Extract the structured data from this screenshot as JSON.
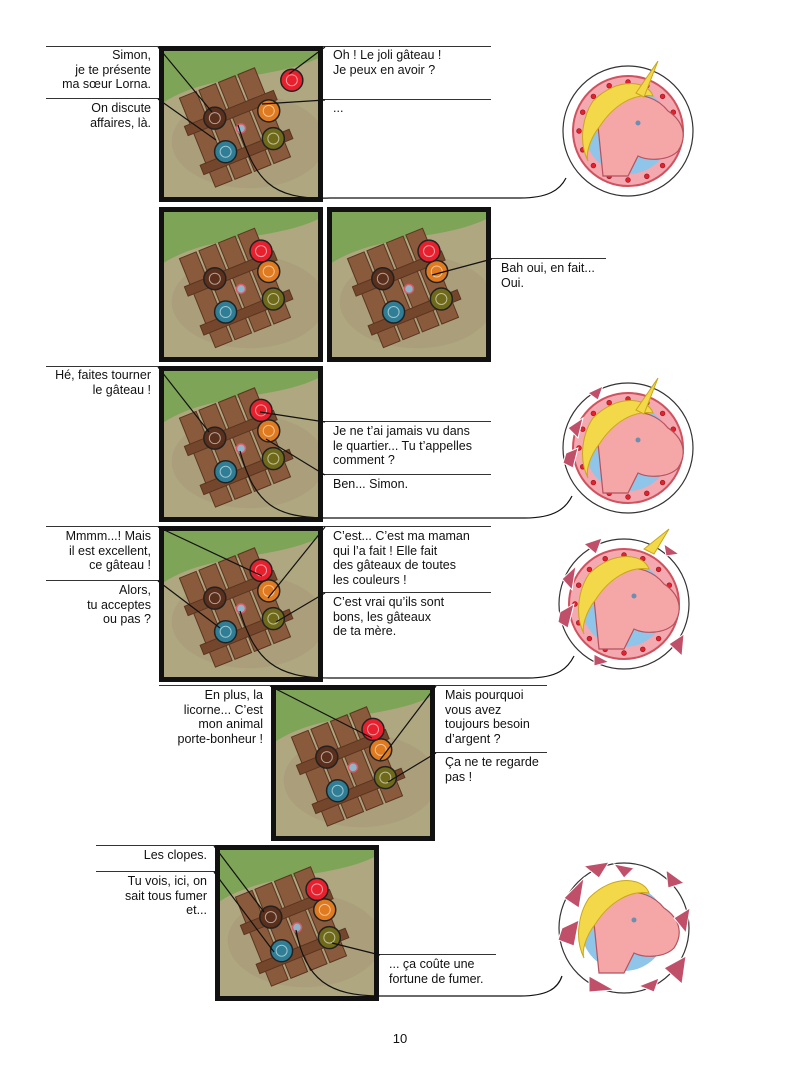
{
  "page": {
    "number": "10"
  },
  "colors": {
    "border": "#111111",
    "grass": "#7ea458",
    "dirt": "#b5a785",
    "wood": "#8a5a3c",
    "token_red": "#e8202e",
    "token_orange": "#e07a1e",
    "token_brown": "#5a2f1c",
    "token_teal": "#2f7e96",
    "token_olive": "#6f6a1a",
    "token_center": "#8fb6c8",
    "unicorn_skin": "#f5a6a6",
    "unicorn_mane": "#f3d84a",
    "portal_sky": "#8ec5e8"
  },
  "rows": [
    {
      "left": [
        "Simon,\nje te présente\nma sœur Lorna.",
        "On discute\naffaires, là."
      ],
      "right": [
        "Oh ! Le joli gâteau !\nJe peux en avoir ?",
        "..."
      ],
      "unicorn": "unicorn-porthole-icon"
    },
    {
      "right": [
        "Bah oui, en fait...\nOui."
      ]
    },
    {
      "left": [
        "Hé, faites tourner\nle gâteau !"
      ],
      "right": [
        "Je ne t’ai jamais vu dans\nle quartier... Tu t’appelles\ncomment ?",
        "Ben... Simon."
      ],
      "unicorn": "unicorn-porthole-cracking-icon"
    },
    {
      "left": [
        "Mmmm...! Mais\nil est excellent,\nce gâteau !",
        "Alors,\ntu acceptes\nou pas ?"
      ],
      "right": [
        "C’est... C’est ma maman\nqui l’a fait ! Elle fait\ndes gâteaux de toutes\nles couleurs !",
        "C’est vrai qu’ils sont\nbons, les gâteaux\nde ta mère."
      ],
      "unicorn": "unicorn-porthole-shattering-icon"
    },
    {
      "left": [
        "En plus, la\nlicorne... C’est\nmon animal\nporte-bonheur !"
      ],
      "right": [
        "Mais pourquoi\nvous avez\ntoujours besoin\nd’argent ?",
        "Ça ne te regarde\npas !"
      ]
    },
    {
      "left": [
        "Les clopes.",
        "Tu vois, ici, on\nsait tous fumer\net..."
      ],
      "right": [
        "... ça coûte une\nfortune de fumer."
      ],
      "unicorn": "unicorn-porthole-broken-icon"
    }
  ]
}
